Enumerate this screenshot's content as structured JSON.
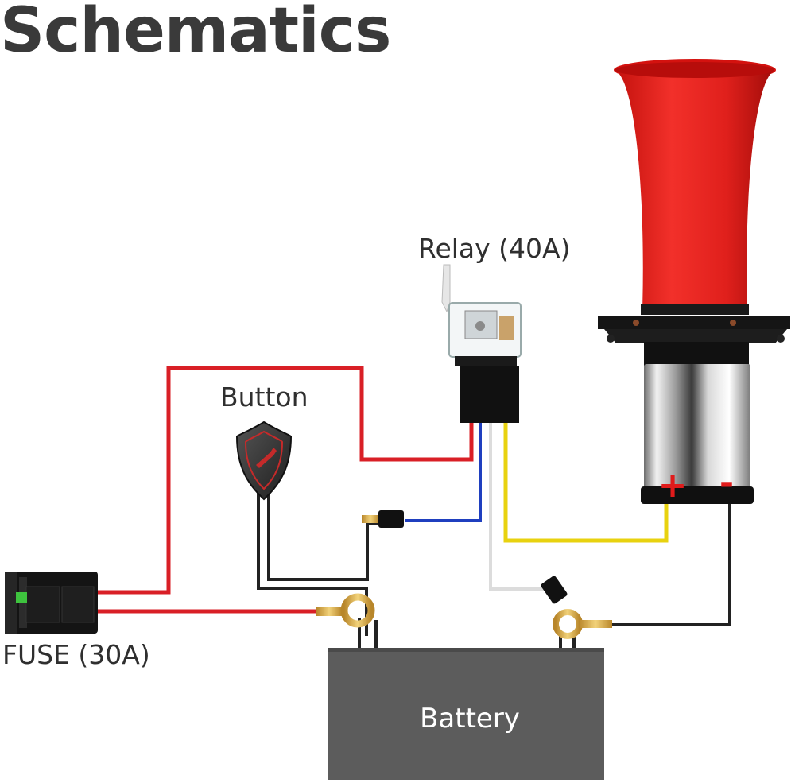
{
  "title": "Schematics",
  "labels": {
    "relay": "Relay (40A)",
    "button": "Button",
    "fuse": "FUSE (30A)",
    "battery": "Battery"
  },
  "colors": {
    "red_wire": "#d91f26",
    "blue_wire": "#1f3fbf",
    "yellow_wire": "#e8d20f",
    "white_wire": "#e4e4e4",
    "black_wire": "#222222",
    "horn_red": "#e0201c",
    "battery": "#5c5c5c",
    "title_text": "#3a3a3a"
  },
  "horn": {
    "positive_mark": "+",
    "negative_mark": "-"
  }
}
